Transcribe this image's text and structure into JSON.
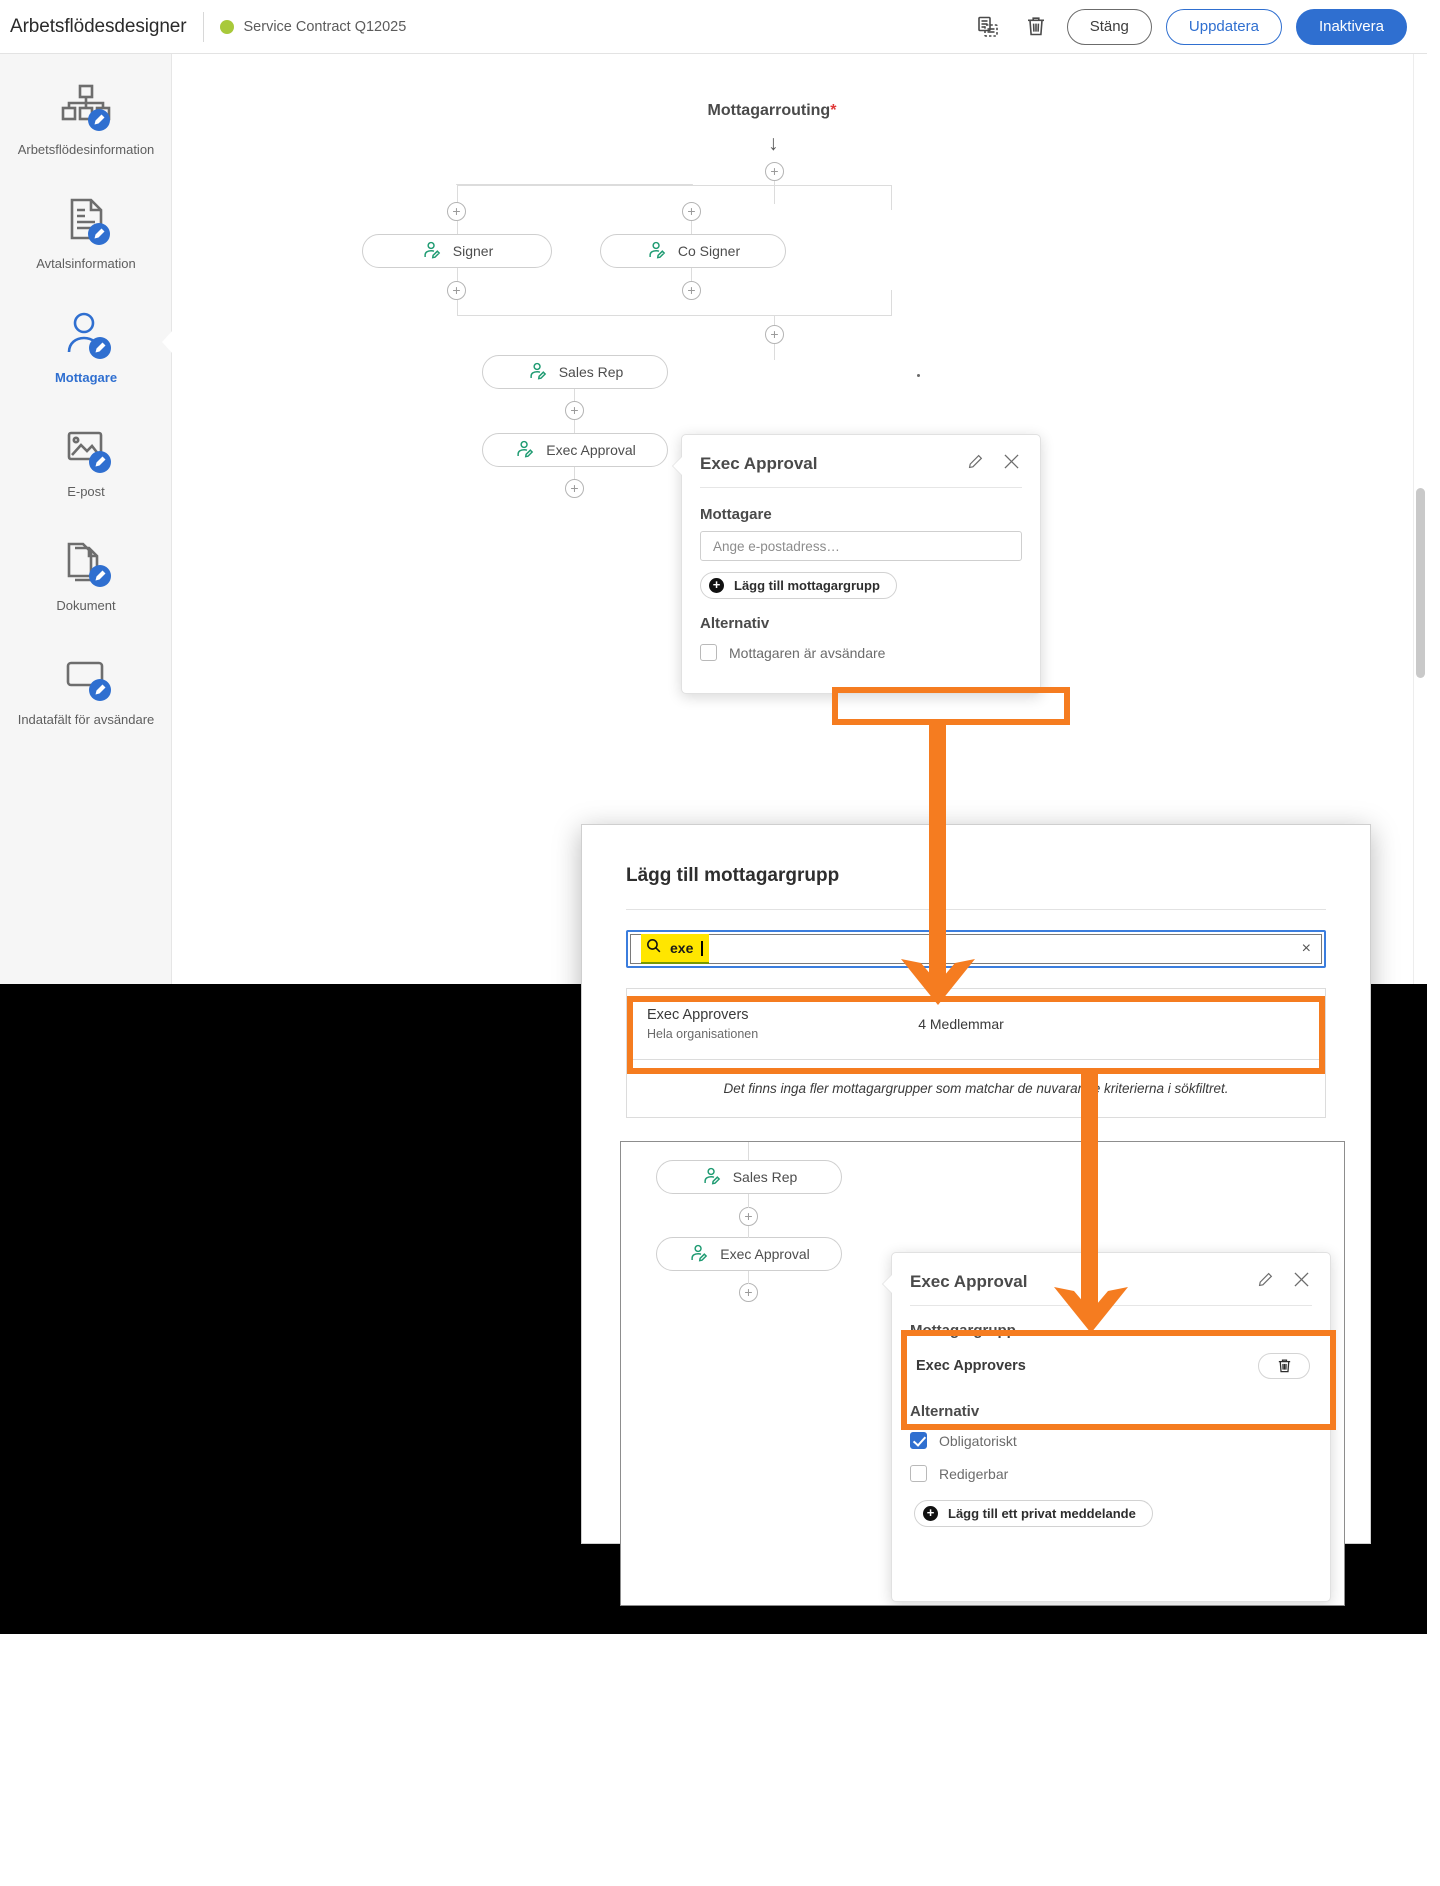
{
  "topbar": {
    "app_title": "Arbetsflödesdesigner",
    "status_color": "#a8c93a",
    "document_name": "Service Contract Q12025",
    "copy_icon": "copy-document-icon",
    "delete_icon": "trash-icon",
    "buttons": {
      "close": "Stäng",
      "update": "Uppdatera",
      "deactivate": "Inaktivera"
    }
  },
  "sidebar": {
    "items": [
      {
        "label": "Arbetsflödesinformation",
        "icon": "workflow-hierarchy-edit-icon",
        "active": false
      },
      {
        "label": "Avtalsinformation",
        "icon": "document-lines-edit-icon",
        "active": false
      },
      {
        "label": "Mottagare",
        "icon": "recipient-person-edit-icon",
        "active": true
      },
      {
        "label": "E-post",
        "icon": "email-image-edit-icon",
        "active": false
      },
      {
        "label": "Dokument",
        "icon": "documents-stack-edit-icon",
        "active": false
      },
      {
        "label": "Indatafält för avsändare",
        "icon": "sender-input-field-edit-icon",
        "active": false
      }
    ]
  },
  "canvas": {
    "flow_title": "Mottagarrouting",
    "flow_title_required_marker": "*",
    "nodes": [
      {
        "label": "Signer",
        "icon": "signer-pen-icon"
      },
      {
        "label": "Co Signer",
        "icon": "signer-pen-icon"
      },
      {
        "label": "Sales Rep",
        "icon": "signer-pen-icon"
      },
      {
        "label": "Exec Approval",
        "icon": "signer-pen-icon"
      }
    ],
    "add_node_symbol": "+"
  },
  "recipient_popover": {
    "title": "Exec Approval",
    "edit_icon": "pencil-icon",
    "close_icon": "close-x-icon",
    "recipient_section_label": "Mottagare",
    "email_placeholder": "Ange e-postadress…",
    "add_group_button": "Lägg till mottagargrupp",
    "options_label": "Alternativ",
    "option_sender_is_recipient": "Mottagaren är avsändare",
    "option_sender_is_recipient_checked": false
  },
  "modal": {
    "title": "Lägg till mottagargrupp",
    "search": {
      "value": "exe",
      "icon": "search-icon",
      "clear_icon": "clear-x-icon"
    },
    "results": [
      {
        "name": "Exec Approvers",
        "scope": "Hela organisationen",
        "members": "4 Medlemmar"
      }
    ],
    "empty_message": "Det finns inga fler mottagargrupper som matchar de nuvarande kriterierna i sökfiltret."
  },
  "result_panel": {
    "nodes": [
      {
        "label": "Sales Rep",
        "icon": "signer-pen-icon"
      },
      {
        "label": "Exec Approval",
        "icon": "signer-pen-icon"
      }
    ],
    "popover": {
      "title": "Exec Approval",
      "edit_icon": "pencil-icon",
      "close_icon": "close-x-icon",
      "group_section_label": "Mottagargrupp",
      "group_name": "Exec Approvers",
      "remove_icon": "trash-icon",
      "options_label": "Alternativ",
      "options": [
        {
          "label": "Obligatoriskt",
          "checked": true
        },
        {
          "label": "Redigerbar",
          "checked": false
        }
      ],
      "private_message_button": "Lägg till ett privat meddelande"
    }
  },
  "annotations": {
    "highlight_color": "#F57C20"
  }
}
